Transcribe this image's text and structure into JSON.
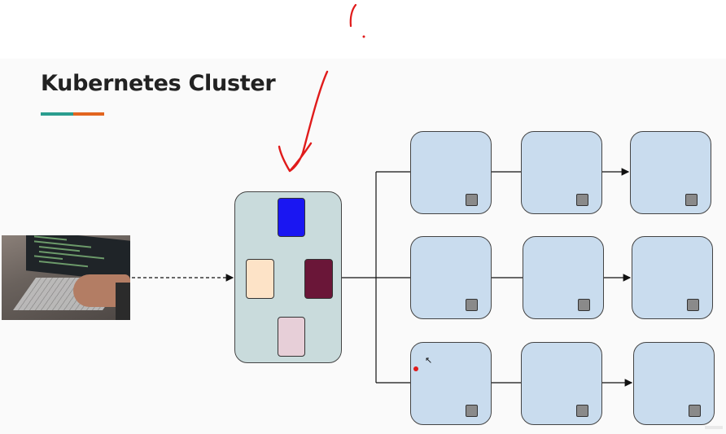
{
  "slide": {
    "title": "Kubernetes Cluster",
    "accent_colors": [
      "#2a9d8f",
      "#e2651f"
    ]
  },
  "diagram": {
    "user_image": "laptop-with-terminal-photo",
    "master_node": {
      "components": [
        {
          "name": "blue-component",
          "color": "#1a16f2"
        },
        {
          "name": "peach-component",
          "color": "#fde3c7"
        },
        {
          "name": "maroon-component",
          "color": "#6a1638"
        },
        {
          "name": "pink-component",
          "color": "#e7cfd8"
        }
      ]
    },
    "worker_rows": 3,
    "worker_columns": 3,
    "pod_color": "#8a8a8a",
    "node_color": "#c9dcee",
    "master_color": "#c9dbdc"
  },
  "annotations": {
    "pen_color": "#e01b1b"
  }
}
